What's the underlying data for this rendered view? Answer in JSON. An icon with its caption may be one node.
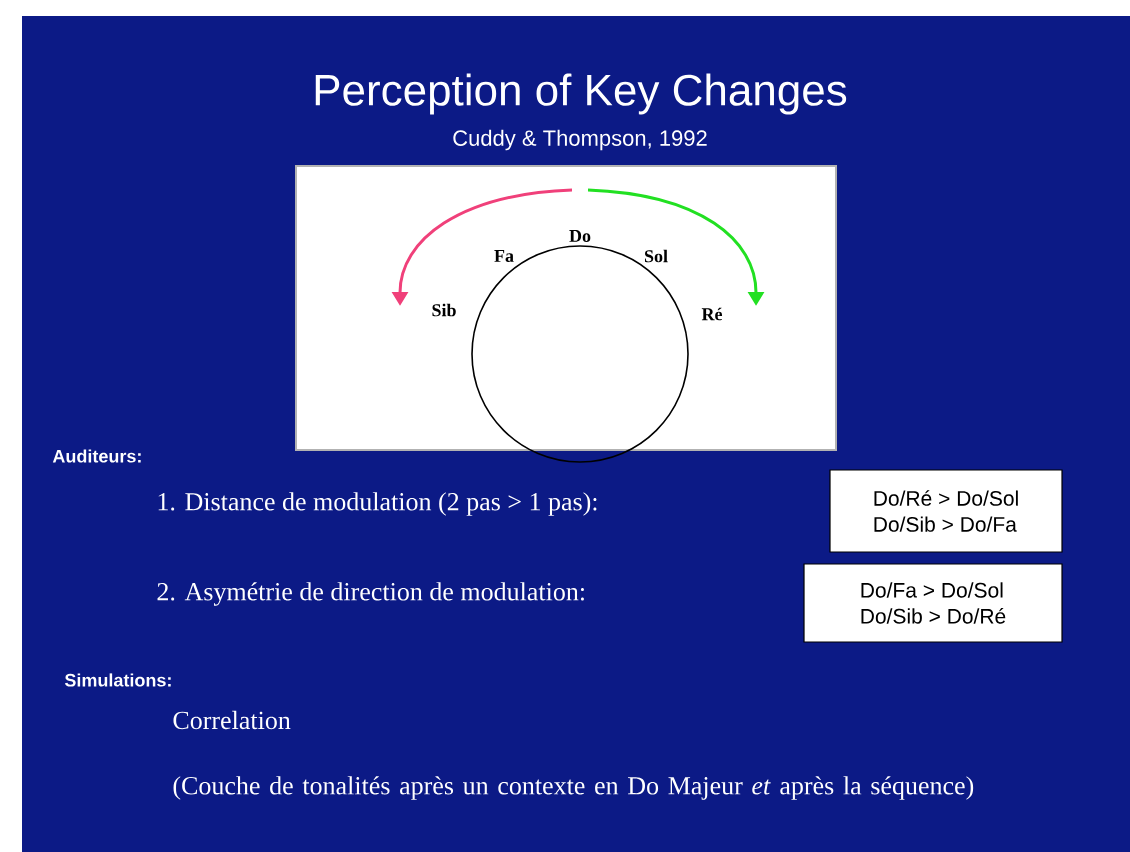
{
  "diagram": {
    "title": "Perception of Key Changes",
    "nodes": [
      {
        "text": [
          "Do/Ré > Do/Sol",
          "Do/Sib > Do/Fa"
        ]
      },
      {
        "text": [
          "Do/Fa > Do/Sol",
          "Do/Sib > Do/Ré"
        ]
      }
    ],
    "labels": [
      "Cuddy & Thompson, 1992",
      "Do",
      "Fa",
      "Sol",
      "Sib",
      "Ré",
      "Auditeurs:",
      "1. Distance de modulation (2 pas > 1 pas):",
      "2. Asymétrie de direction de modulation:",
      "Simulations:",
      "Correlation",
      "(Couche de tonalités après un contexte en Do Majeur *et* après la séquence)"
    ]
  }
}
